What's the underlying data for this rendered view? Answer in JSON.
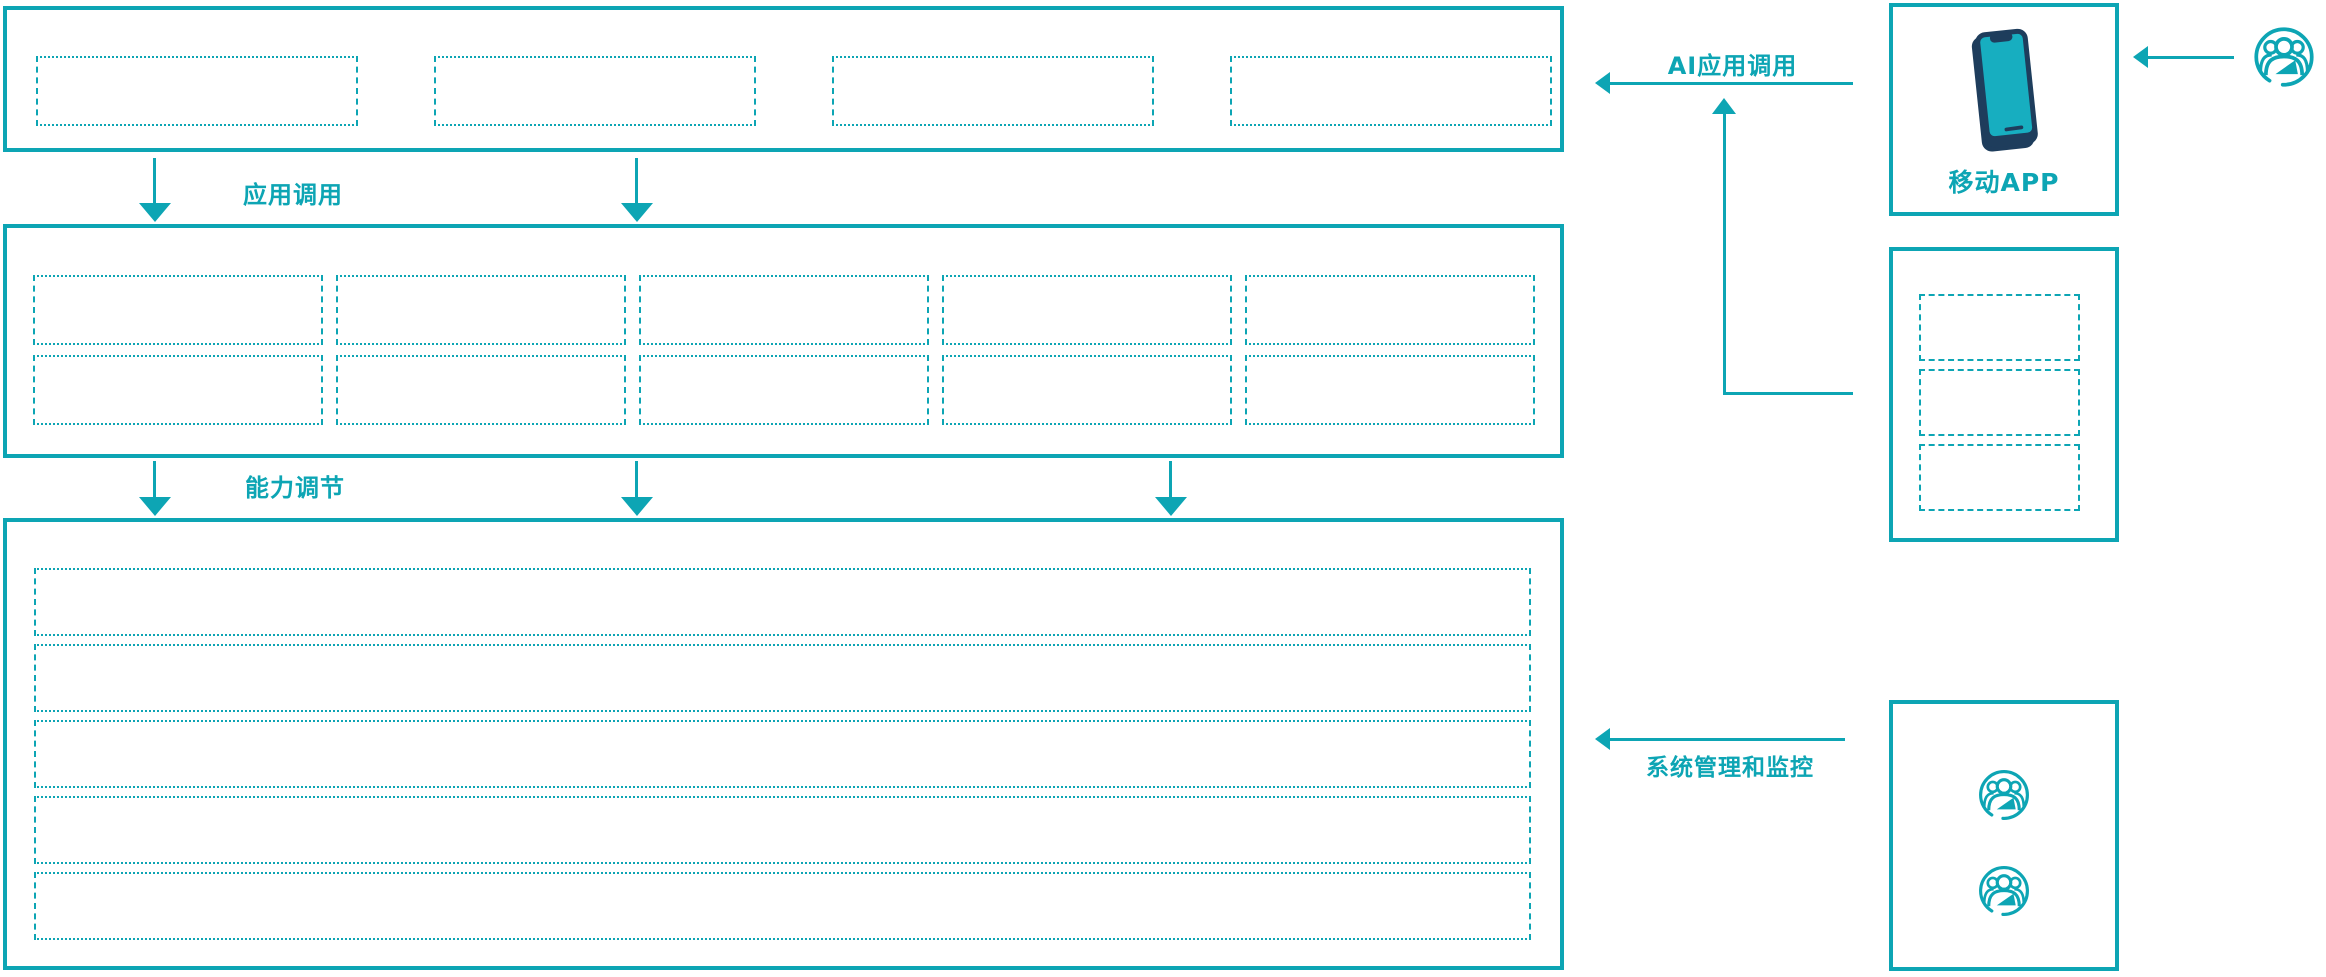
{
  "labels": {
    "app_call": "应用调用",
    "capability_call": "能力调节",
    "ai_app_call": "AI应用调用",
    "system_monitor": "系统管理和监控",
    "mobile_app": "移动APP"
  },
  "colors": {
    "accent_teal": "#0DA5B4",
    "phone_frame": "#1E3D5C",
    "phone_screen": "#17AEC0",
    "background": "#FFFFFF"
  },
  "icons": {
    "mobile_phone": "smartphone-icon",
    "user_group": "user-group-icon"
  },
  "layers": {
    "application_layer": {
      "slots": 4
    },
    "capability_layer": {
      "rows": 2,
      "slots_per_row": 5
    },
    "resource_layer": {
      "rows": 5
    },
    "api_panel": {
      "slots": 3
    },
    "admin_panel": {
      "users": 2
    }
  }
}
